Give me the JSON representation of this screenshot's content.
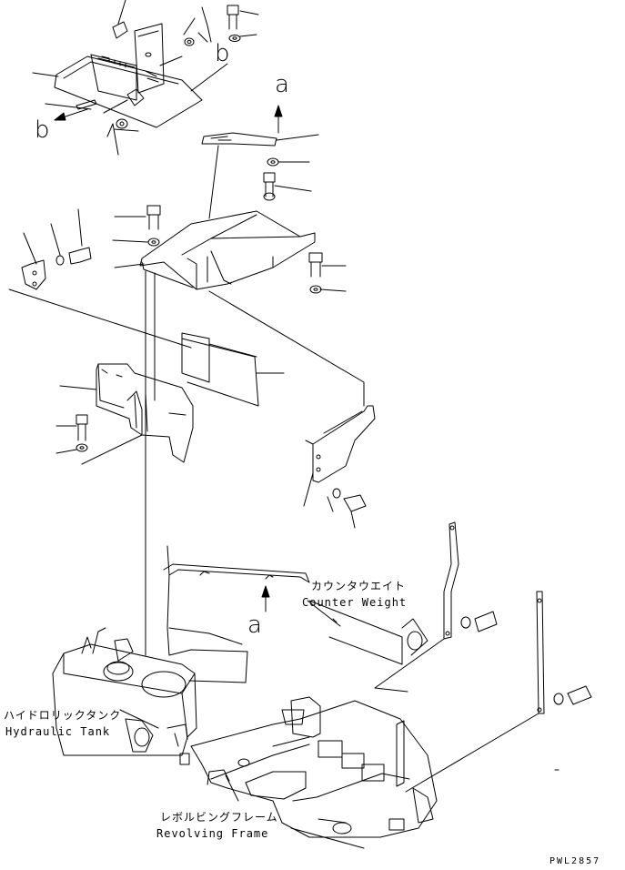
{
  "labels": {
    "counter_weight_jp": "カウンタウエイト",
    "counter_weight_en": "Counter Weight",
    "hydraulic_tank_jp": "ハイドロリックタンク",
    "hydraulic_tank_en": "Hydraulic Tank",
    "revolving_frame_jp": "レボルビングフレーム",
    "revolving_frame_en": "Revolving Frame"
  },
  "reference_letters": {
    "a_top": "a",
    "a_lower": "a",
    "b_upper": "b",
    "b_left": "b"
  },
  "drawing_code": "PWL2857"
}
